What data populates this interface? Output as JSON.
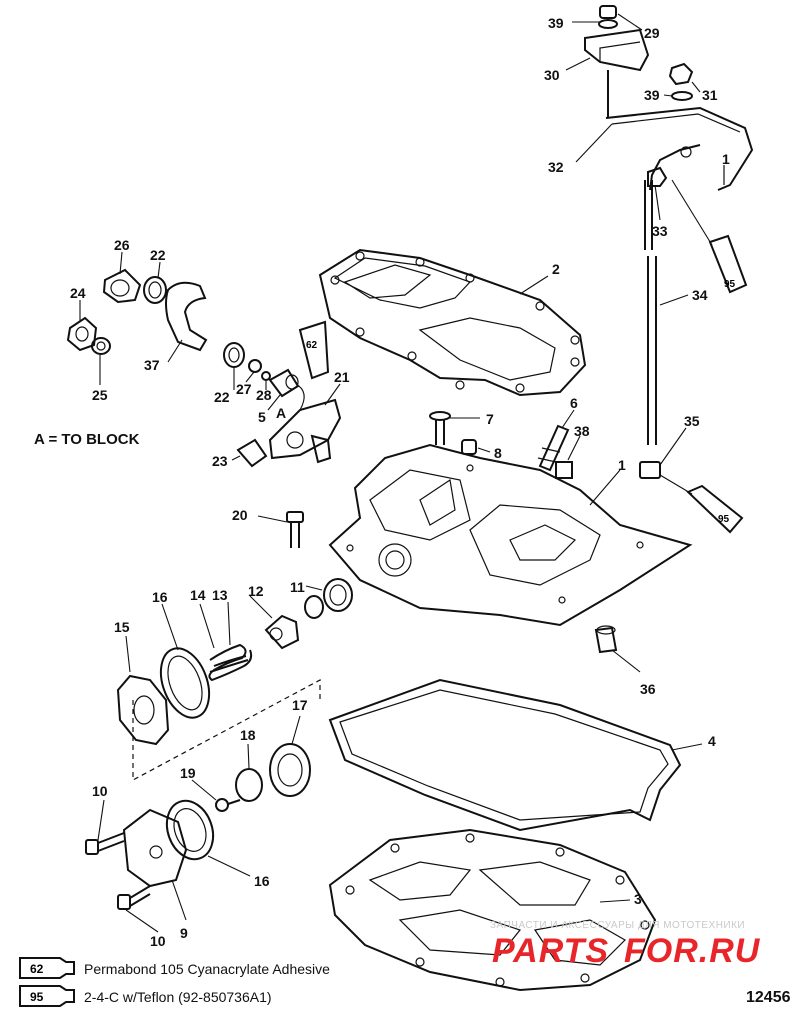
{
  "callouts": [
    {
      "id": "c39a",
      "label": "39"
    },
    {
      "id": "c29",
      "label": "29"
    },
    {
      "id": "c30",
      "label": "30"
    },
    {
      "id": "c39b",
      "label": "39"
    },
    {
      "id": "c31",
      "label": "31"
    },
    {
      "id": "c32",
      "label": "32"
    },
    {
      "id": "c1a",
      "label": "1"
    },
    {
      "id": "c33",
      "label": "33"
    },
    {
      "id": "c95a",
      "label": "95"
    },
    {
      "id": "c2",
      "label": "2"
    },
    {
      "id": "c34",
      "label": "34"
    },
    {
      "id": "c26",
      "label": "26"
    },
    {
      "id": "c22a",
      "label": "22"
    },
    {
      "id": "c24",
      "label": "24"
    },
    {
      "id": "c25",
      "label": "25"
    },
    {
      "id": "c37",
      "label": "37"
    },
    {
      "id": "c62a",
      "label": "62"
    },
    {
      "id": "c22b",
      "label": "22"
    },
    {
      "id": "c27",
      "label": "27"
    },
    {
      "id": "c28",
      "label": "28"
    },
    {
      "id": "c5",
      "label": "5"
    },
    {
      "id": "cA",
      "label": "A"
    },
    {
      "id": "c21",
      "label": "21"
    },
    {
      "id": "c23",
      "label": "23"
    },
    {
      "id": "c7",
      "label": "7"
    },
    {
      "id": "c8",
      "label": "8"
    },
    {
      "id": "c6",
      "label": "6"
    },
    {
      "id": "c38",
      "label": "38"
    },
    {
      "id": "c35",
      "label": "35"
    },
    {
      "id": "c1b",
      "label": "1"
    },
    {
      "id": "c95b",
      "label": "95"
    },
    {
      "id": "c20",
      "label": "20"
    },
    {
      "id": "c11",
      "label": "11"
    },
    {
      "id": "c12",
      "label": "12"
    },
    {
      "id": "c13",
      "label": "13"
    },
    {
      "id": "c14",
      "label": "14"
    },
    {
      "id": "c16a",
      "label": "16"
    },
    {
      "id": "c15",
      "label": "15"
    },
    {
      "id": "c36",
      "label": "36"
    },
    {
      "id": "c4",
      "label": "4"
    },
    {
      "id": "c17",
      "label": "17"
    },
    {
      "id": "c18",
      "label": "18"
    },
    {
      "id": "c19",
      "label": "19"
    },
    {
      "id": "c10a",
      "label": "10"
    },
    {
      "id": "c16b",
      "label": "16"
    },
    {
      "id": "c3",
      "label": "3"
    },
    {
      "id": "c9",
      "label": "9"
    },
    {
      "id": "c10b",
      "label": "10"
    }
  ],
  "note": "A = TO BLOCK",
  "legend": [
    {
      "code": "62",
      "text": "Permabond 105 Cyanacrylate Adhesive"
    },
    {
      "code": "95",
      "text": "2-4-C w/Teflon (92-850736A1)"
    }
  ],
  "watermark": {
    "small": "ЗАПЧАСТИ И АКСЕССУАРЫ ДЛЯ МОТОТЕХНИКИ",
    "brand_a": "PARTS",
    "brand_b": "FOR.RU"
  },
  "figure_number": "12456",
  "colors": {
    "ink": "#111111",
    "watermark_red": "#e8262a",
    "watermark_grey": "#c9c9c9"
  }
}
